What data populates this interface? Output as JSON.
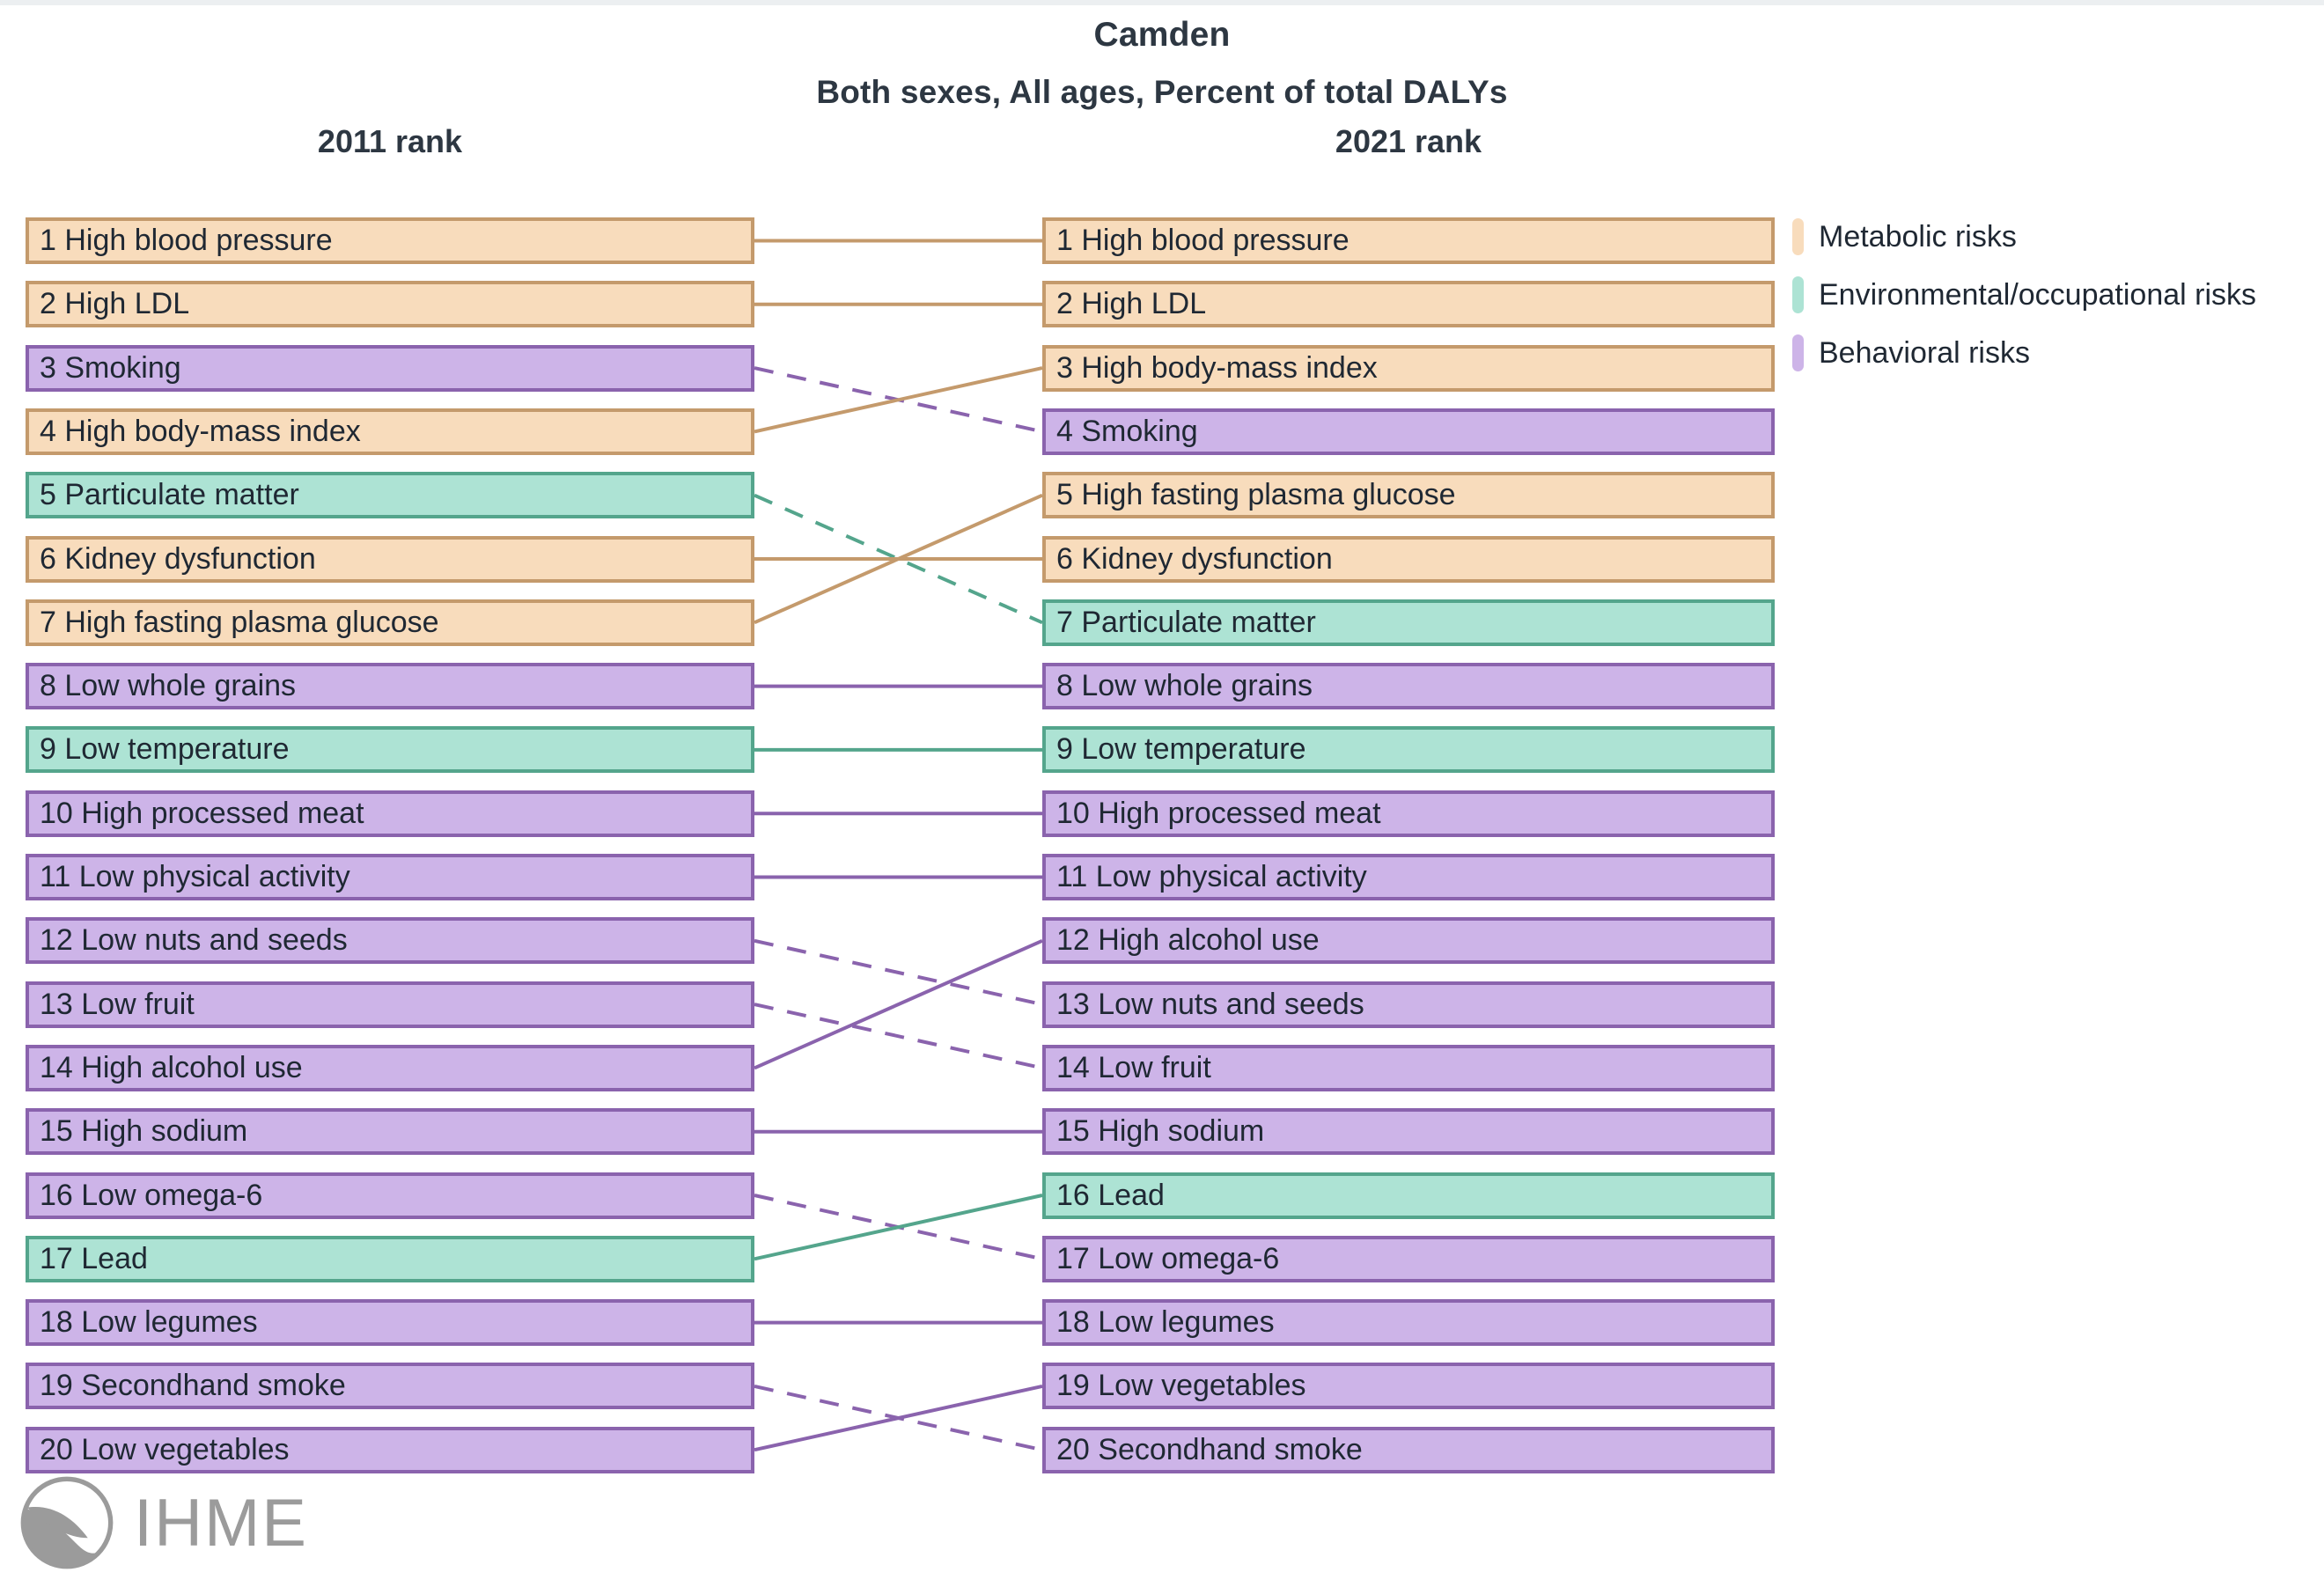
{
  "header": {
    "title": "Camden",
    "subtitle": "Both sexes, All ages, Percent of total DALYs",
    "left_column_header": "2011 rank",
    "right_column_header": "2021 rank"
  },
  "legend": {
    "items": [
      {
        "label": "Metabolic risks",
        "color": "#f8dcbc",
        "key": "metabolic"
      },
      {
        "label": "Environmental/occupational risks",
        "color": "#ade3d4",
        "key": "env"
      },
      {
        "label": "Behavioral risks",
        "color": "#cdb4e8",
        "key": "behav"
      }
    ]
  },
  "branding": {
    "name": "IHME"
  },
  "chart_data": {
    "type": "table",
    "title": "Camden",
    "subtitle": "Both sexes, All ages, Percent of total DALYs",
    "xlabel": "",
    "ylabel": "",
    "categories": [
      "2011 rank",
      "2021 rank"
    ],
    "series": [
      {
        "name": "2011 rank",
        "values": [
          {
            "rank": 1,
            "label": "1 High blood pressure",
            "risk": "High blood pressure",
            "group": "metabolic"
          },
          {
            "rank": 2,
            "label": "2 High LDL",
            "risk": "High LDL",
            "group": "metabolic"
          },
          {
            "rank": 3,
            "label": "3 Smoking",
            "risk": "Smoking",
            "group": "behav"
          },
          {
            "rank": 4,
            "label": "4 High body-mass index",
            "risk": "High body-mass index",
            "group": "metabolic"
          },
          {
            "rank": 5,
            "label": "5 Particulate matter",
            "risk": "Particulate matter",
            "group": "env"
          },
          {
            "rank": 6,
            "label": "6 Kidney dysfunction",
            "risk": "Kidney dysfunction",
            "group": "metabolic"
          },
          {
            "rank": 7,
            "label": "7 High fasting plasma glucose",
            "risk": "High fasting plasma glucose",
            "group": "metabolic"
          },
          {
            "rank": 8,
            "label": "8 Low whole grains",
            "risk": "Low whole grains",
            "group": "behav"
          },
          {
            "rank": 9,
            "label": "9 Low temperature",
            "risk": "Low temperature",
            "group": "env"
          },
          {
            "rank": 10,
            "label": "10 High processed meat",
            "risk": "High processed meat",
            "group": "behav"
          },
          {
            "rank": 11,
            "label": "11 Low physical activity",
            "risk": "Low physical activity",
            "group": "behav"
          },
          {
            "rank": 12,
            "label": "12 Low nuts and seeds",
            "risk": "Low nuts and seeds",
            "group": "behav"
          },
          {
            "rank": 13,
            "label": "13 Low fruit",
            "risk": "Low fruit",
            "group": "behav"
          },
          {
            "rank": 14,
            "label": "14 High alcohol use",
            "risk": "High alcohol use",
            "group": "behav"
          },
          {
            "rank": 15,
            "label": "15 High sodium",
            "risk": "High sodium",
            "group": "behav"
          },
          {
            "rank": 16,
            "label": "16 Low omega-6",
            "risk": "Low omega-6",
            "group": "behav"
          },
          {
            "rank": 17,
            "label": "17 Lead",
            "risk": "Lead",
            "group": "env"
          },
          {
            "rank": 18,
            "label": "18 Low legumes",
            "risk": "Low legumes",
            "group": "behav"
          },
          {
            "rank": 19,
            "label": "19 Secondhand smoke",
            "risk": "Secondhand smoke",
            "group": "behav"
          },
          {
            "rank": 20,
            "label": "20 Low vegetables",
            "risk": "Low vegetables",
            "group": "behav"
          }
        ]
      },
      {
        "name": "2021 rank",
        "values": [
          {
            "rank": 1,
            "label": "1 High blood pressure",
            "risk": "High blood pressure",
            "group": "metabolic"
          },
          {
            "rank": 2,
            "label": "2 High LDL",
            "risk": "High LDL",
            "group": "metabolic"
          },
          {
            "rank": 3,
            "label": "3 High body-mass index",
            "risk": "High body-mass index",
            "group": "metabolic"
          },
          {
            "rank": 4,
            "label": "4 Smoking",
            "risk": "Smoking",
            "group": "behav"
          },
          {
            "rank": 5,
            "label": "5 High fasting plasma glucose",
            "risk": "High fasting plasma glucose",
            "group": "metabolic"
          },
          {
            "rank": 6,
            "label": "6 Kidney dysfunction",
            "risk": "Kidney dysfunction",
            "group": "metabolic"
          },
          {
            "rank": 7,
            "label": "7 Particulate matter",
            "risk": "Particulate matter",
            "group": "env"
          },
          {
            "rank": 8,
            "label": "8 Low whole grains",
            "risk": "Low whole grains",
            "group": "behav"
          },
          {
            "rank": 9,
            "label": "9 Low temperature",
            "risk": "Low temperature",
            "group": "env"
          },
          {
            "rank": 10,
            "label": "10 High processed meat",
            "risk": "High processed meat",
            "group": "behav"
          },
          {
            "rank": 11,
            "label": "11 Low physical activity",
            "risk": "Low physical activity",
            "group": "behav"
          },
          {
            "rank": 12,
            "label": "12 High alcohol use",
            "risk": "High alcohol use",
            "group": "behav"
          },
          {
            "rank": 13,
            "label": "13 Low nuts and seeds",
            "risk": "Low nuts and seeds",
            "group": "behav"
          },
          {
            "rank": 14,
            "label": "14 Low fruit",
            "risk": "Low fruit",
            "group": "behav"
          },
          {
            "rank": 15,
            "label": "15 High sodium",
            "risk": "High sodium",
            "group": "behav"
          },
          {
            "rank": 16,
            "label": "16 Lead",
            "risk": "Lead",
            "group": "env"
          },
          {
            "rank": 17,
            "label": "17 Low omega-6",
            "risk": "Low omega-6",
            "group": "behav"
          },
          {
            "rank": 18,
            "label": "18 Low legumes",
            "risk": "Low legumes",
            "group": "behav"
          },
          {
            "rank": 19,
            "label": "19 Low vegetables",
            "risk": "Low vegetables",
            "group": "behav"
          },
          {
            "rank": 20,
            "label": "20 Secondhand smoke",
            "risk": "Secondhand smoke",
            "group": "behav"
          }
        ]
      }
    ],
    "links": [
      {
        "risk": "High blood pressure",
        "from": 1,
        "to": 1,
        "group": "metabolic",
        "style": "solid"
      },
      {
        "risk": "High LDL",
        "from": 2,
        "to": 2,
        "group": "metabolic",
        "style": "solid"
      },
      {
        "risk": "Smoking",
        "from": 3,
        "to": 4,
        "group": "behav",
        "style": "dashed"
      },
      {
        "risk": "High body-mass index",
        "from": 4,
        "to": 3,
        "group": "metabolic",
        "style": "solid"
      },
      {
        "risk": "Particulate matter",
        "from": 5,
        "to": 7,
        "group": "env",
        "style": "dashed"
      },
      {
        "risk": "Kidney dysfunction",
        "from": 6,
        "to": 6,
        "group": "metabolic",
        "style": "solid"
      },
      {
        "risk": "High fasting plasma glucose",
        "from": 7,
        "to": 5,
        "group": "metabolic",
        "style": "solid"
      },
      {
        "risk": "Low whole grains",
        "from": 8,
        "to": 8,
        "group": "behav",
        "style": "solid"
      },
      {
        "risk": "Low temperature",
        "from": 9,
        "to": 9,
        "group": "env",
        "style": "solid"
      },
      {
        "risk": "High processed meat",
        "from": 10,
        "to": 10,
        "group": "behav",
        "style": "solid"
      },
      {
        "risk": "Low physical activity",
        "from": 11,
        "to": 11,
        "group": "behav",
        "style": "solid"
      },
      {
        "risk": "Low nuts and seeds",
        "from": 12,
        "to": 13,
        "group": "behav",
        "style": "dashed"
      },
      {
        "risk": "Low fruit",
        "from": 13,
        "to": 14,
        "group": "behav",
        "style": "dashed"
      },
      {
        "risk": "High alcohol use",
        "from": 14,
        "to": 12,
        "group": "behav",
        "style": "solid"
      },
      {
        "risk": "High sodium",
        "from": 15,
        "to": 15,
        "group": "behav",
        "style": "solid"
      },
      {
        "risk": "Low omega-6",
        "from": 16,
        "to": 17,
        "group": "behav",
        "style": "dashed"
      },
      {
        "risk": "Lead",
        "from": 17,
        "to": 16,
        "group": "env",
        "style": "solid"
      },
      {
        "risk": "Low legumes",
        "from": 18,
        "to": 18,
        "group": "behav",
        "style": "solid"
      },
      {
        "risk": "Secondhand smoke",
        "from": 19,
        "to": 20,
        "group": "behav",
        "style": "dashed"
      },
      {
        "risk": "Low vegetables",
        "from": 20,
        "to": 19,
        "group": "behav",
        "style": "solid"
      }
    ],
    "colors": {
      "metabolic_fill": "#f8dcbc",
      "metabolic_line": "#c49a6c",
      "env_fill": "#ade3d4",
      "env_line": "#54a58c",
      "behav_fill": "#cdb4e8",
      "behav_line": "#8a63ad"
    }
  }
}
